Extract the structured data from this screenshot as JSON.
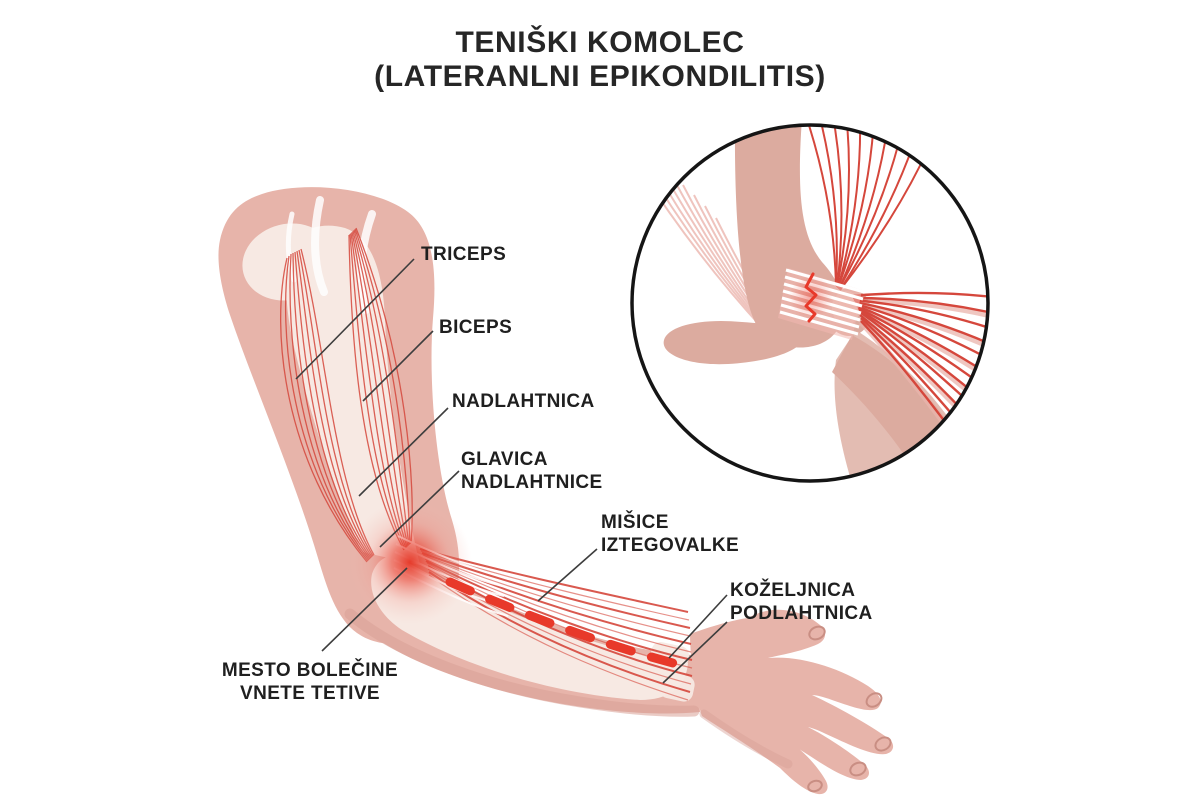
{
  "title": {
    "line1": "TENIŠKI KOMOLEC",
    "line2": "(LATERANLNI EPIKONDILITIS)"
  },
  "diagram": {
    "labels": {
      "triceps": "TRICEPS",
      "biceps": "BICEPS",
      "nadlahtnica": "NADLAHTNICA",
      "glavica": {
        "line1": "GLAVICA",
        "line2": "NADLAHTNICE"
      },
      "misice": {
        "line1": "MIŠICE",
        "line2": "IZTEGOVALKE"
      },
      "kozeljnica": "KOŽELJNICA",
      "podlahtnica": "PODLAHTNICA",
      "mesto": {
        "line1": "MESTO BOLEČINE",
        "line2": "VNETE TETIVE"
      }
    }
  },
  "colors": {
    "background": "#ffffff",
    "skin": "#e7b4aa",
    "skin_shadow": "#d8a096",
    "bone_light": "#f7e9e3",
    "inset_bone": "#dcab9f",
    "fiber_red": "#d5473c",
    "accent_red": "#e8392a",
    "leader_line": "#3d3d3d",
    "text": "#1f1f1f",
    "inset_outline": "#151515"
  }
}
